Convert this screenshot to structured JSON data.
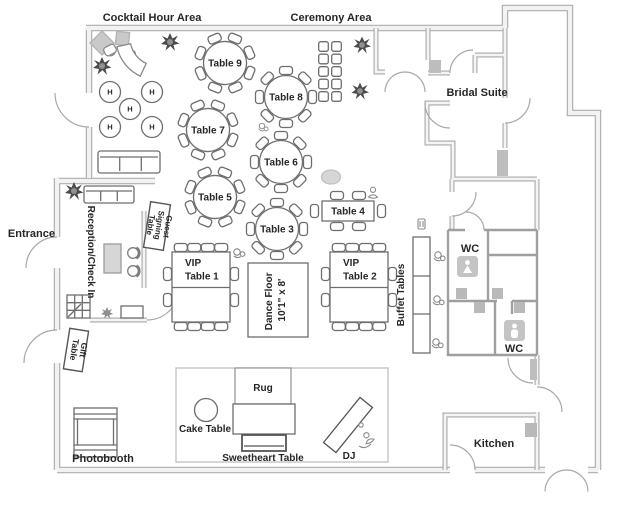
{
  "floorplan": {
    "areas": {
      "cocktail": "Cocktail Hour Area",
      "ceremony": "Ceremony Area",
      "bridal": "Bridal Suite",
      "entrance": "Entrance",
      "reception": "Reception/Check In",
      "kitchen": "Kitchen",
      "wc_upper": "WC",
      "wc_lower": "WC",
      "photobooth": "Photobooth"
    },
    "tables": {
      "table9": "Table 9",
      "table8": "Table 8",
      "table7": "Table 7",
      "table6": "Table 6",
      "table5": "Table 5",
      "table4": "Table 4",
      "table3": "Table 3",
      "vip1": {
        "line1": "VIP",
        "line2": "Table 1"
      },
      "vip2": {
        "line1": "VIP",
        "line2": "Table 2"
      },
      "buffet": "Buffet Tables",
      "cake": "Cake Table",
      "sweetheart": "Sweetheart Table",
      "gift": {
        "line1": "Gift",
        "line2": "Table"
      },
      "guest_signing": {
        "line1": "Guest",
        "line2": "Signing",
        "line3": "Table"
      },
      "hightop": "H"
    },
    "dance_floor": {
      "line1": "Dance Floor",
      "line2": "10'1\" x 8'"
    },
    "stage": {
      "rug": "Rug",
      "dj": "DJ"
    },
    "colors": {
      "wall_edge": "#adadad",
      "wall_fill": "#f2f2f2",
      "furniture_outline": "#6e6e6e",
      "text": "#262626",
      "gray_fill": "#c9c9c9"
    }
  }
}
